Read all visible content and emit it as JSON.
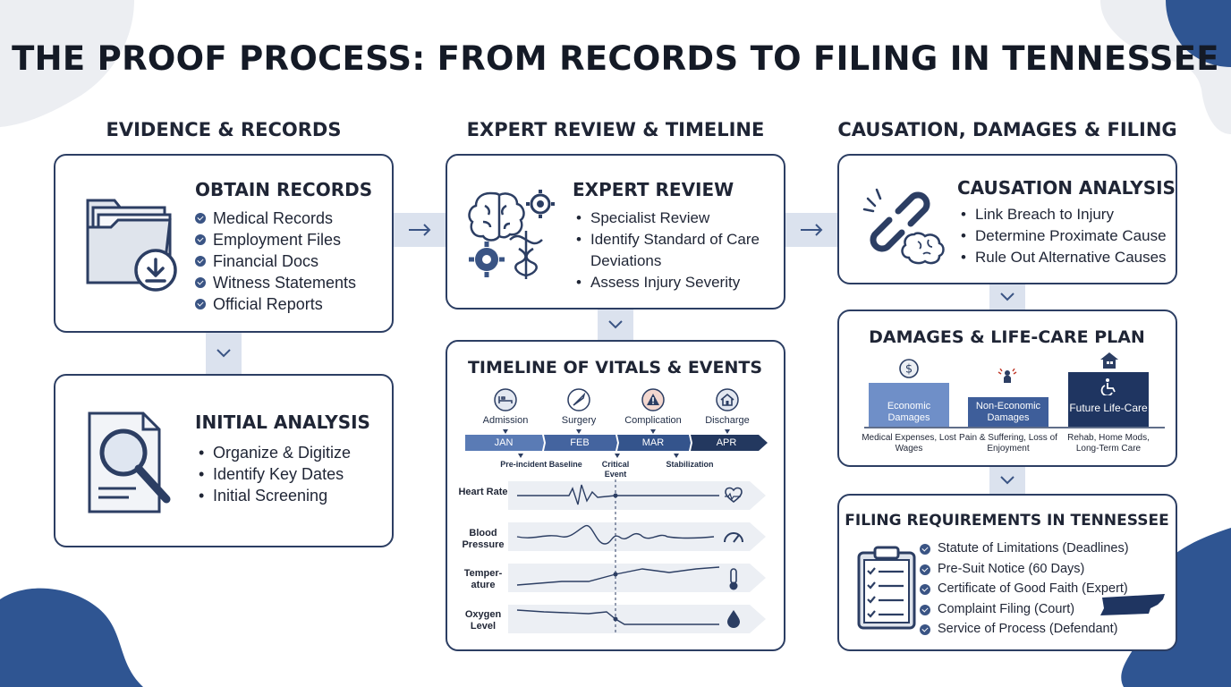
{
  "title": "THE PROOF PROCESS: FROM RECORDS TO FILING IN TENNESSEE",
  "columns": {
    "col1": "EVIDENCE & RECORDS",
    "col2": "EXPERT REVIEW & TIMELINE",
    "col3": "CAUSATION, DAMAGES & FILING"
  },
  "obtain": {
    "title": "OBTAIN RECORDS",
    "items": [
      "Medical Records",
      "Employment Files",
      "Financial Docs",
      "Witness Statements",
      "Official Reports"
    ]
  },
  "initial": {
    "title": "INITIAL ANALYSIS",
    "items": [
      "Organize & Digitize",
      "Identify Key Dates",
      "Initial Screening"
    ]
  },
  "expert": {
    "title": "EXPERT REVIEW",
    "items": [
      "Specialist Review",
      "Identify Standard of Care Deviations",
      "Assess Injury Severity"
    ]
  },
  "timeline": {
    "title": "TIMELINE OF VITALS & EVENTS",
    "events": [
      "Admission",
      "Surgery",
      "Complication",
      "Discharge"
    ],
    "months": [
      "JAN",
      "FEB",
      "MAR",
      "APR"
    ],
    "markers": [
      "Pre-incident Baseline",
      "Critical Event",
      "Stabilization"
    ],
    "vitals": [
      "Heart Rate",
      "Blood Pressure",
      "Temper-ature",
      "Oxygen Level"
    ]
  },
  "causation": {
    "title": "CAUSATION ANALYSIS",
    "items": [
      "Link Breach to Injury",
      "Determine Proximate Cause",
      "Rule Out Alternative Causes"
    ]
  },
  "damages": {
    "title": "DAMAGES & LIFE-CARE PLAN",
    "bars": [
      {
        "label": "Economic Damages",
        "caption": "Medical Expenses, Lost Wages"
      },
      {
        "label": "Non-Economic Damages",
        "caption": "Pain & Suffering, Loss of Enjoyment"
      },
      {
        "label": "Future Life-Care",
        "caption": "Rehab, Home Mods, Long-Term Care"
      }
    ]
  },
  "filing": {
    "title": "FILING REQUIREMENTS IN TENNESSEE",
    "items": [
      "Statute of Limitations (Deadlines)",
      "Pre-Suit Notice (60 Days)",
      "Certificate of Good Faith (Expert)",
      "Complaint Filing (Court)",
      "Service of Process (Defendant)"
    ]
  },
  "colors": {
    "navy": "#2c3e63",
    "accent": "#3a5484",
    "light": "#dbe2ee",
    "blob": "#2f5592"
  }
}
